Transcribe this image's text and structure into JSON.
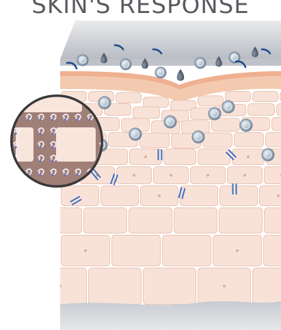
{
  "title": "SKIN'S RESPONSE",
  "layers": [
    "surface-film",
    "stratum-corneum",
    "epidermis",
    "dermis"
  ],
  "colors": {
    "surface": "#c9cbd0",
    "surfaceTop": "#e2e3e6",
    "corneum": "#f3c7ac",
    "cells": "#f8e2d8",
    "cellStroke": "#e9c2b0",
    "mortar": "#d9ac97",
    "water": "#4f5a6a",
    "molecule": "#9eb0c2",
    "moleculeEdge": "#6d7f94",
    "arc": "#1d4a8c",
    "barrier": "#3a6fc0",
    "base": "#dcdee3",
    "insetBg": "#a88379"
  },
  "icons": [
    "water-drop-icon",
    "molecule-icon",
    "barrier-bond-icon",
    "lipid-spiral-icon"
  ]
}
